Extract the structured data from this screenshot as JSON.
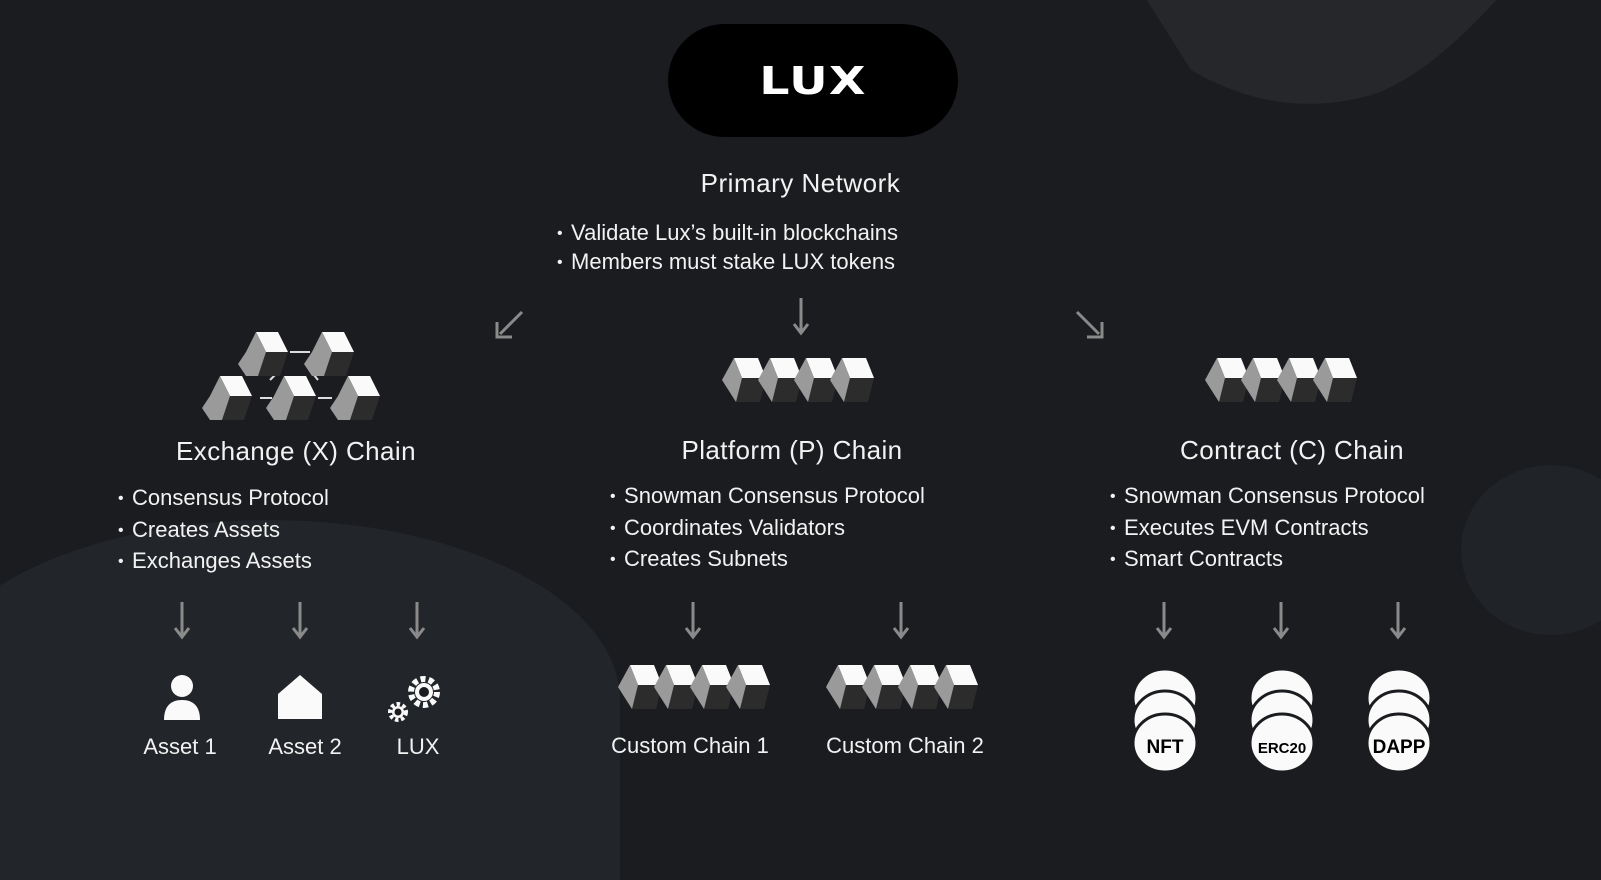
{
  "logo": {
    "text": "LUX"
  },
  "primary": {
    "title": "Primary Network",
    "bullets": [
      "Validate Lux’s built-in blockchains",
      "Members must stake LUX tokens"
    ]
  },
  "chains": [
    {
      "title": "Exchange (X) Chain",
      "bullets": [
        "Consensus Protocol",
        "Creates Assets",
        "Exchanges Assets"
      ],
      "children": [
        "Asset 1",
        "Asset 2",
        "LUX"
      ]
    },
    {
      "title": "Platform (P) Chain",
      "bullets": [
        "Snowman Consensus Protocol",
        "Coordinates Validators",
        "Creates Subnets"
      ],
      "children": [
        "Custom Chain 1",
        "Custom Chain 2"
      ]
    },
    {
      "title": "Contract (C) Chain",
      "bullets": [
        "Snowman Consensus Protocol",
        "Executes EVM Contracts",
        "Smart Contracts"
      ],
      "children": [
        "NFT",
        "ERC20",
        "DAPP"
      ]
    }
  ],
  "icons": {
    "asset_1": "user-icon",
    "asset_2": "house-icon",
    "lux": "gears-icon",
    "cube": "cube-icon",
    "disc": "disc-stack-icon"
  },
  "colors": {
    "background": "#1a1c1f",
    "text": "#f2f2f2",
    "arrow": "#8a8a8a"
  }
}
